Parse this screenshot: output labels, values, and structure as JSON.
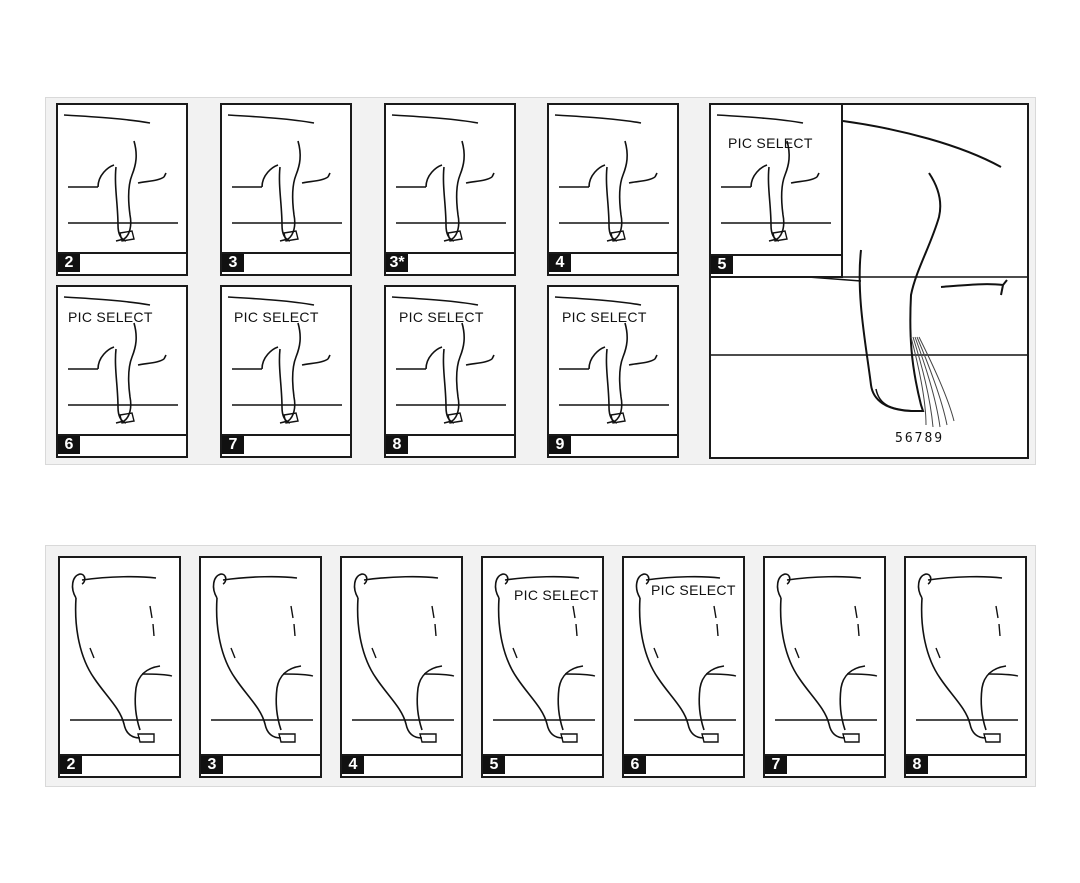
{
  "front": {
    "cards": [
      {
        "label": "2",
        "pic": ""
      },
      {
        "label": "3",
        "pic": ""
      },
      {
        "label": "3*",
        "pic": ""
      },
      {
        "label": "4",
        "pic": ""
      },
      {
        "label": "5",
        "pic": "PIC SELECT"
      },
      {
        "label": "6",
        "pic": "PIC SELECT"
      },
      {
        "label": "7",
        "pic": "PIC SELECT"
      },
      {
        "label": "8",
        "pic": "PIC SELECT"
      },
      {
        "label": "9",
        "pic": "PIC SELECT"
      }
    ],
    "scale_label": "56789"
  },
  "rear": {
    "cards": [
      {
        "label": "2",
        "pic": ""
      },
      {
        "label": "3",
        "pic": ""
      },
      {
        "label": "4",
        "pic": ""
      },
      {
        "label": "5",
        "pic": "PIC SELECT"
      },
      {
        "label": "6",
        "pic": "PIC SELECT"
      },
      {
        "label": "7",
        "pic": ""
      },
      {
        "label": "8",
        "pic": ""
      }
    ]
  }
}
